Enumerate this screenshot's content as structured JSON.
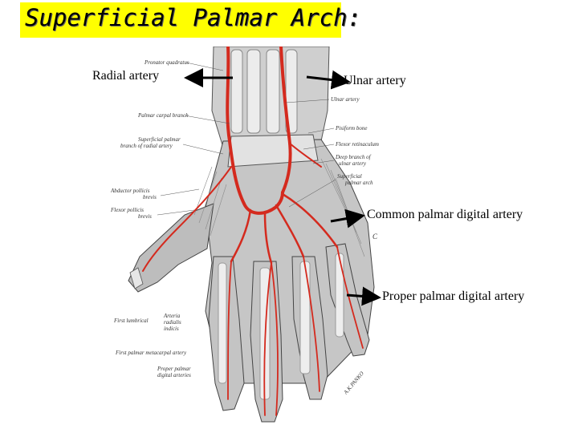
{
  "slide": {
    "title": "Superficial Palmar Arch:",
    "title_background": "#ffff00"
  },
  "labels": {
    "radial_artery": "Radial artery",
    "ulnar_artery": "Ulnar artery",
    "common_palmar_digital_artery": "Common palmar  digital artery",
    "proper_palmar_digital_artery": "Proper palmar digital artery"
  },
  "illustration": {
    "signature": "A.K.PANKO",
    "small_labels": {
      "pronator_quadratus": "Pronator quadratus",
      "palmar_carpal_branch": "Palmar carpal branch",
      "superficial_palmar_branch_line1": "Superficial palmar",
      "superficial_palmar_branch_line2": "branch of radial artery",
      "abductor_pollicis_brevis_line1": "Abductor pollicis",
      "abductor_pollicis_brevis_line2": "brevis",
      "flexor_pollicis_brevis_line1": "Flexor pollicis",
      "flexor_pollicis_brevis_line2": "brevis",
      "ulnar_artery_small": "Ulnar artery",
      "pisiform_bone": "Pisiform bone",
      "flexor_retinaculum": "Flexor retinaculum",
      "deep_branch_line1": "Deep branch of",
      "deep_branch_line2": "ulnar artery",
      "superficial_palmar_arch_line1": "Superficial",
      "superficial_palmar_arch_line2": "palmar arch",
      "first_lumbrical": "First lumbrical",
      "arteria_radialis_indicis_line1": "Arteria",
      "arteria_radialis_indicis_line2": "radialis",
      "arteria_radialis_indicis_line3": "indicis",
      "first_palmar_metacarpal_artery": "First palmar metacarpal artery",
      "proper_palmar_digital_small_line1": "Proper palmar",
      "proper_palmar_digital_small_line2": "digital arteries",
      "side_letter": "C"
    }
  },
  "colors": {
    "artery": "#d42a1e",
    "tissue": "#c9c9c9",
    "tendon": "#eeeeee",
    "outline": "#444444"
  }
}
